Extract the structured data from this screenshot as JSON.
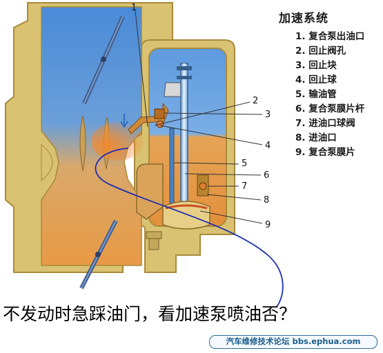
{
  "legend": {
    "title": "加速系统",
    "items": [
      "1. 复合泵出油口",
      "2. 回止阀孔",
      "3. 回止块",
      "4. 回止球",
      "5. 输油管",
      "6. 复合泵膜片杆",
      "7. 进油口球阀",
      "8. 进油口",
      "9. 复合泵膜片"
    ]
  },
  "callouts": [
    "1",
    "2",
    "3",
    "4",
    "5",
    "6",
    "7",
    "8",
    "9"
  ],
  "caption": "不发动时急踩油门，看加速泵喷油否？",
  "footer": "汽车维修技术论坛 bbs.ephua.com",
  "colors": {
    "housing": "#d9c271",
    "housing_dark": "#a8893a",
    "air_blue": "#4f8fd8",
    "fuel_orange": "#e9a04a",
    "float_blue": "#6aa4e0",
    "annotation_curve": "#1d2fb0",
    "footer_border": "#2a6a95"
  }
}
